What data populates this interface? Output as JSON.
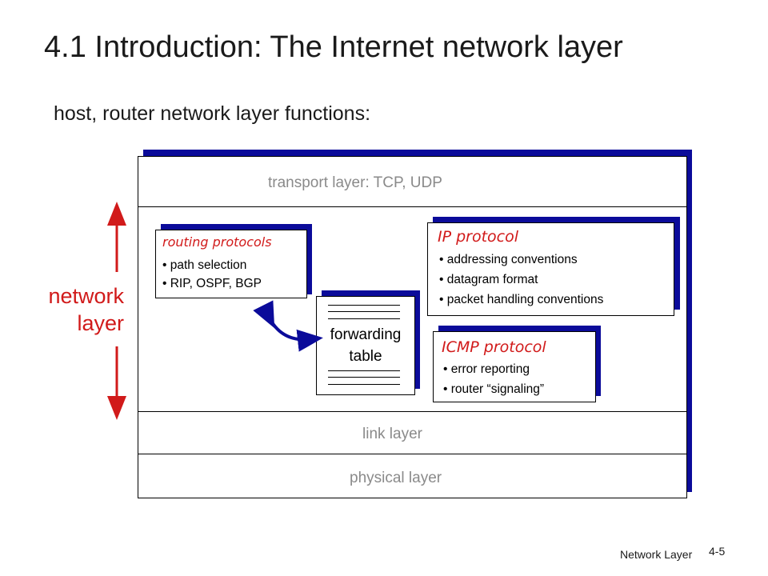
{
  "title": "4.1 Introduction: The Internet network layer",
  "subtitle": "host, router network layer functions:",
  "diagram": {
    "transport_layer": "transport layer: TCP, UDP",
    "link_layer": "link layer",
    "physical_layer": "physical layer",
    "network_layer_label": [
      "network",
      "layer"
    ],
    "routing": {
      "title": "routing protocols",
      "items": [
        "• path selection",
        "• RIP, OSPF, BGP"
      ]
    },
    "ip": {
      "title": "IP protocol",
      "items": [
        "• addressing conventions",
        "• datagram format",
        "• packet handling conventions"
      ]
    },
    "icmp": {
      "title": "ICMP protocol",
      "items": [
        "• error reporting",
        "• router “signaling”"
      ]
    },
    "forwarding_table": [
      "forwarding",
      "table"
    ]
  },
  "footer": {
    "label": "Network Layer",
    "page": "4-5"
  },
  "colors": {
    "accent_red": "#d11a1a",
    "shadow_blue": "#0b0b9a",
    "layer_gray": "#8a8a8a"
  }
}
